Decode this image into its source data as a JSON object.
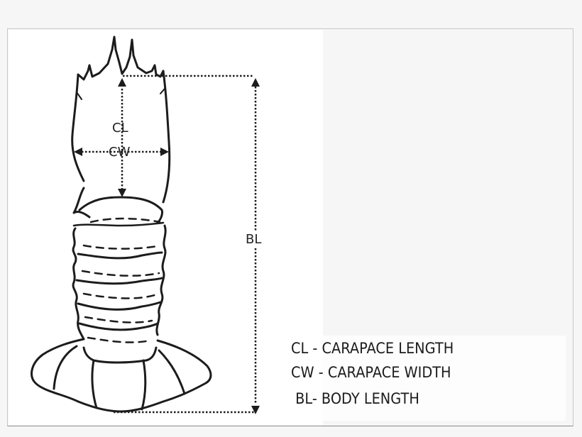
{
  "diagram": {
    "subject": "lobster dorsal view line drawing with measurement annotations",
    "labels": {
      "cl": "CL",
      "cw": "CW",
      "bl": "BL"
    },
    "legend": [
      {
        "abbr": "CL",
        "text": "CL - CARAPACE LENGTH"
      },
      {
        "abbr": "CW",
        "text": "CW - CARAPACE WIDTH"
      },
      {
        "abbr": "BL",
        "text": " BL- BODY LENGTH"
      }
    ],
    "colors": {
      "background": "#f6f6f6",
      "panel": "#ffffff",
      "ink": "#1c1c1c",
      "frame_border": "#c8c8c8"
    }
  }
}
